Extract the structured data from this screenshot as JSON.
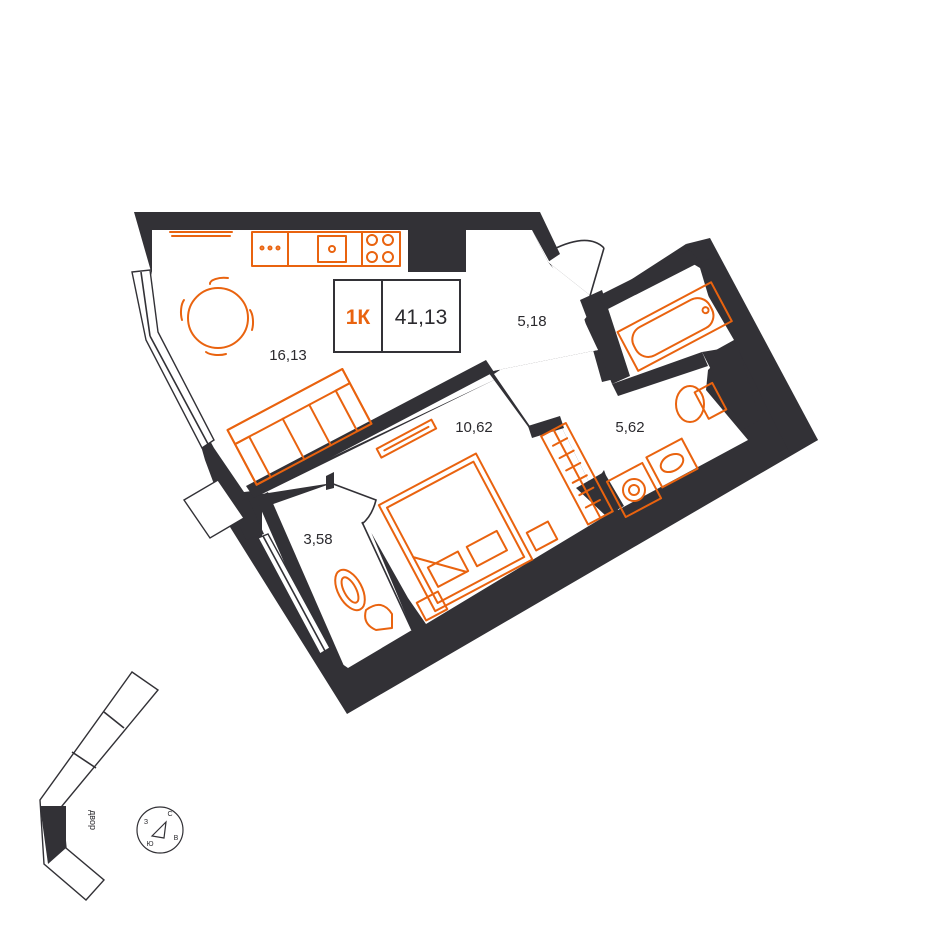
{
  "plan": {
    "rooms_label": "1К",
    "total_area": "41,13",
    "areas": {
      "kitchen_living": "16,13",
      "hallway": "5,18",
      "bedroom": "10,62",
      "bathroom": "5,62",
      "balcony": "3,58"
    },
    "courtyard_label": "двор",
    "compass": {
      "north": "С",
      "south": "Ю",
      "west": "З",
      "east": "В"
    }
  },
  "colors": {
    "accent": "#e9630f",
    "wall": "#323136",
    "background": "#ffffff"
  }
}
